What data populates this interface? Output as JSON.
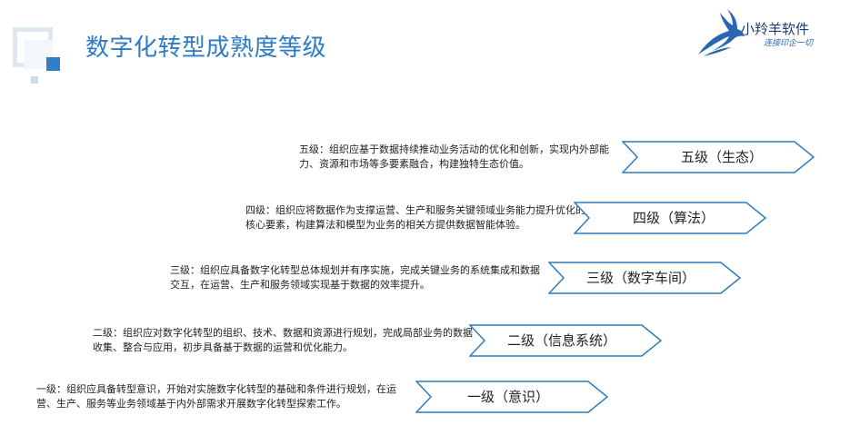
{
  "header": {
    "title": "数字化转型成熟度等级"
  },
  "logo": {
    "brand_name": "小羚羊软件",
    "slogan": "连接印企一切",
    "icon": "antelope-logo-icon",
    "color": "#2a66b4"
  },
  "levels": [
    {
      "name": "五级（生态）",
      "description": "五级：组织应基于数据持续推动业务活动的优化和创新，实现内外部能力、资源和市场等多要素融合，构建独特生态价值。"
    },
    {
      "name": "四级（算法）",
      "description": "四级：组织应将数据作为支撑运营、生产和服务关键领域业务能力提升优化的核心要素，构建算法和模型为业务的相关方提供数据智能体验。"
    },
    {
      "name": "三级（数字车间）",
      "description": "三级：组织应具备数字化转型总体规划并有序实施，完成关键业务的系统集成和数据交互，在运营、生产和服务领域实现基于数据的效率提升。"
    },
    {
      "name": "二级（信息系统）",
      "description": "二级：组织应对数字化转型的组织、技术、数据和资源进行规划，完成局部业务的数据收集、整合与应用，初步具备基于数据的运营和优化能力。"
    },
    {
      "name": "一级（意识）",
      "description": "一级：组织应具备转型意识，开始对实施数字化转型的基础和条件进行规划，在运营、生产、服务等业务领域基于内外部需求开展数字化转型探索工作。"
    }
  ],
  "colors": {
    "title": "#2d7bc4",
    "chevron_border": "#2e7bb8",
    "accent": "#2f7fc4"
  }
}
